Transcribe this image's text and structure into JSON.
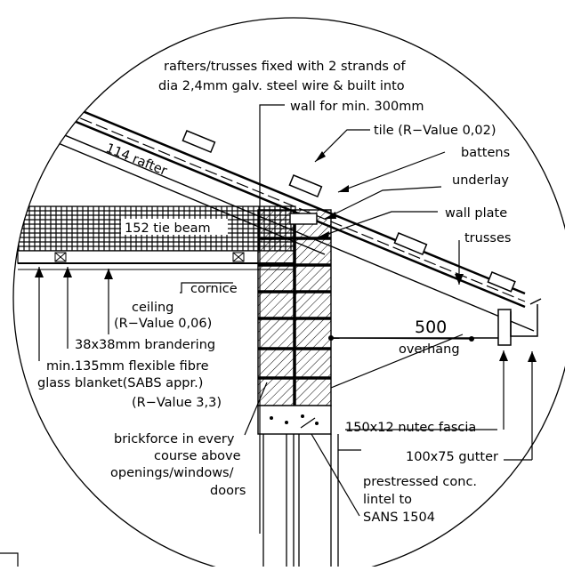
{
  "labels": {
    "rafters_note": [
      "rafters/trusses fixed with 2 strands of",
      "dia 2,4mm galv. steel wire & built into",
      "wall for min. 300mm"
    ],
    "tile": "tile (R−Value 0,02)",
    "battens": "battens",
    "underlay": "underlay",
    "wall_plate": "wall plate",
    "trusses": "trusses",
    "rafter": "114 rafter",
    "tie_beam": "152 tie beam",
    "cornice": "cornice",
    "ceiling": [
      "ceiling",
      "(R−Value 0,06)"
    ],
    "brandering": "38x38mm brandering",
    "blanket": [
      "min.135mm flexible fibre",
      "glass blanket(SABS appr.)",
      "(R−Value 3,3)"
    ],
    "overhang_value": "500",
    "overhang_label": "overhang",
    "fascia": "150x12 nutec fascia",
    "gutter": "100x75 gutter",
    "brickforce": [
      "brickforce in every",
      "course above",
      "openings/windows/",
      "doors"
    ],
    "lintel": [
      "prestressed conc.",
      "lintel to",
      "SANS 1504"
    ]
  }
}
